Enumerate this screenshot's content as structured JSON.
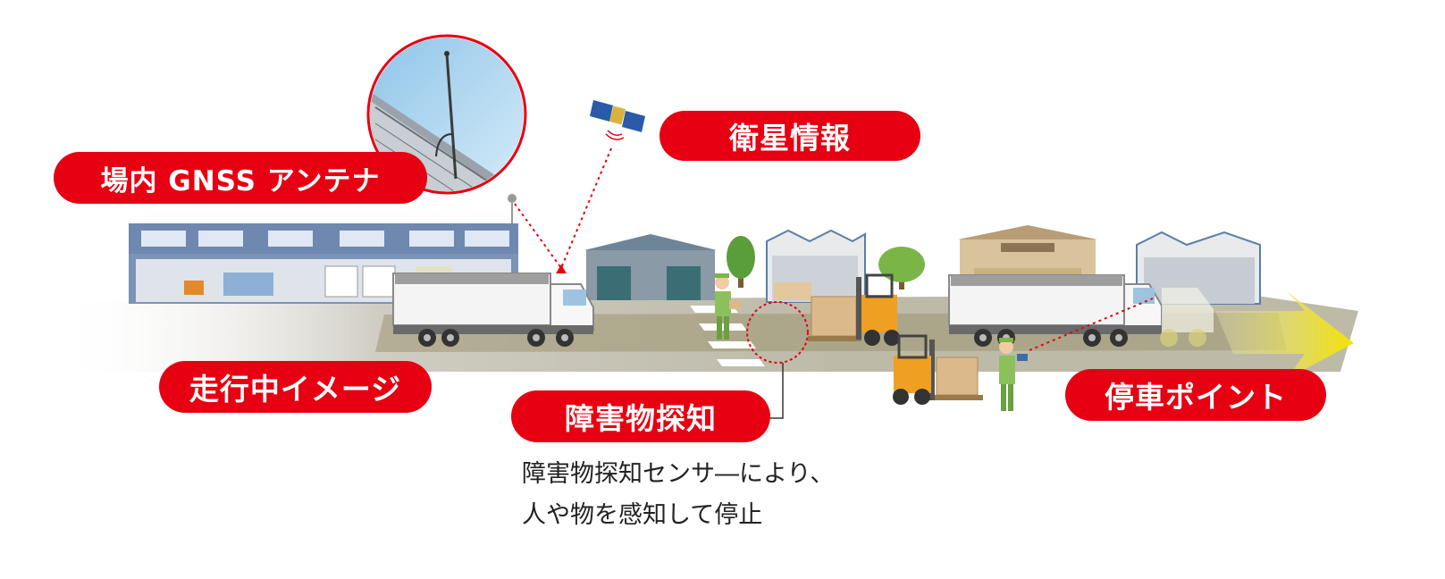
{
  "labels": {
    "antenna": "場内 GNSS アンテナ",
    "satellite": "衛星情報",
    "running": "走行中イメージ",
    "obstacle": "障害物探知",
    "stop": "停車ポイント"
  },
  "caption": {
    "line1": "障害物探知センサ―により、",
    "line2": "人や物を感知して停止"
  },
  "colors": {
    "label_background": "#e60012",
    "label_text": "#ffffff",
    "road": "#c9c7bf",
    "dotted_line": "#e60012",
    "arrow": "#f5e400"
  },
  "icons": [
    "satellite-icon",
    "antenna-icon",
    "truck-icon",
    "forklift-icon",
    "worker-icon",
    "warehouse-icon",
    "tree-icon",
    "arrow-icon"
  ]
}
